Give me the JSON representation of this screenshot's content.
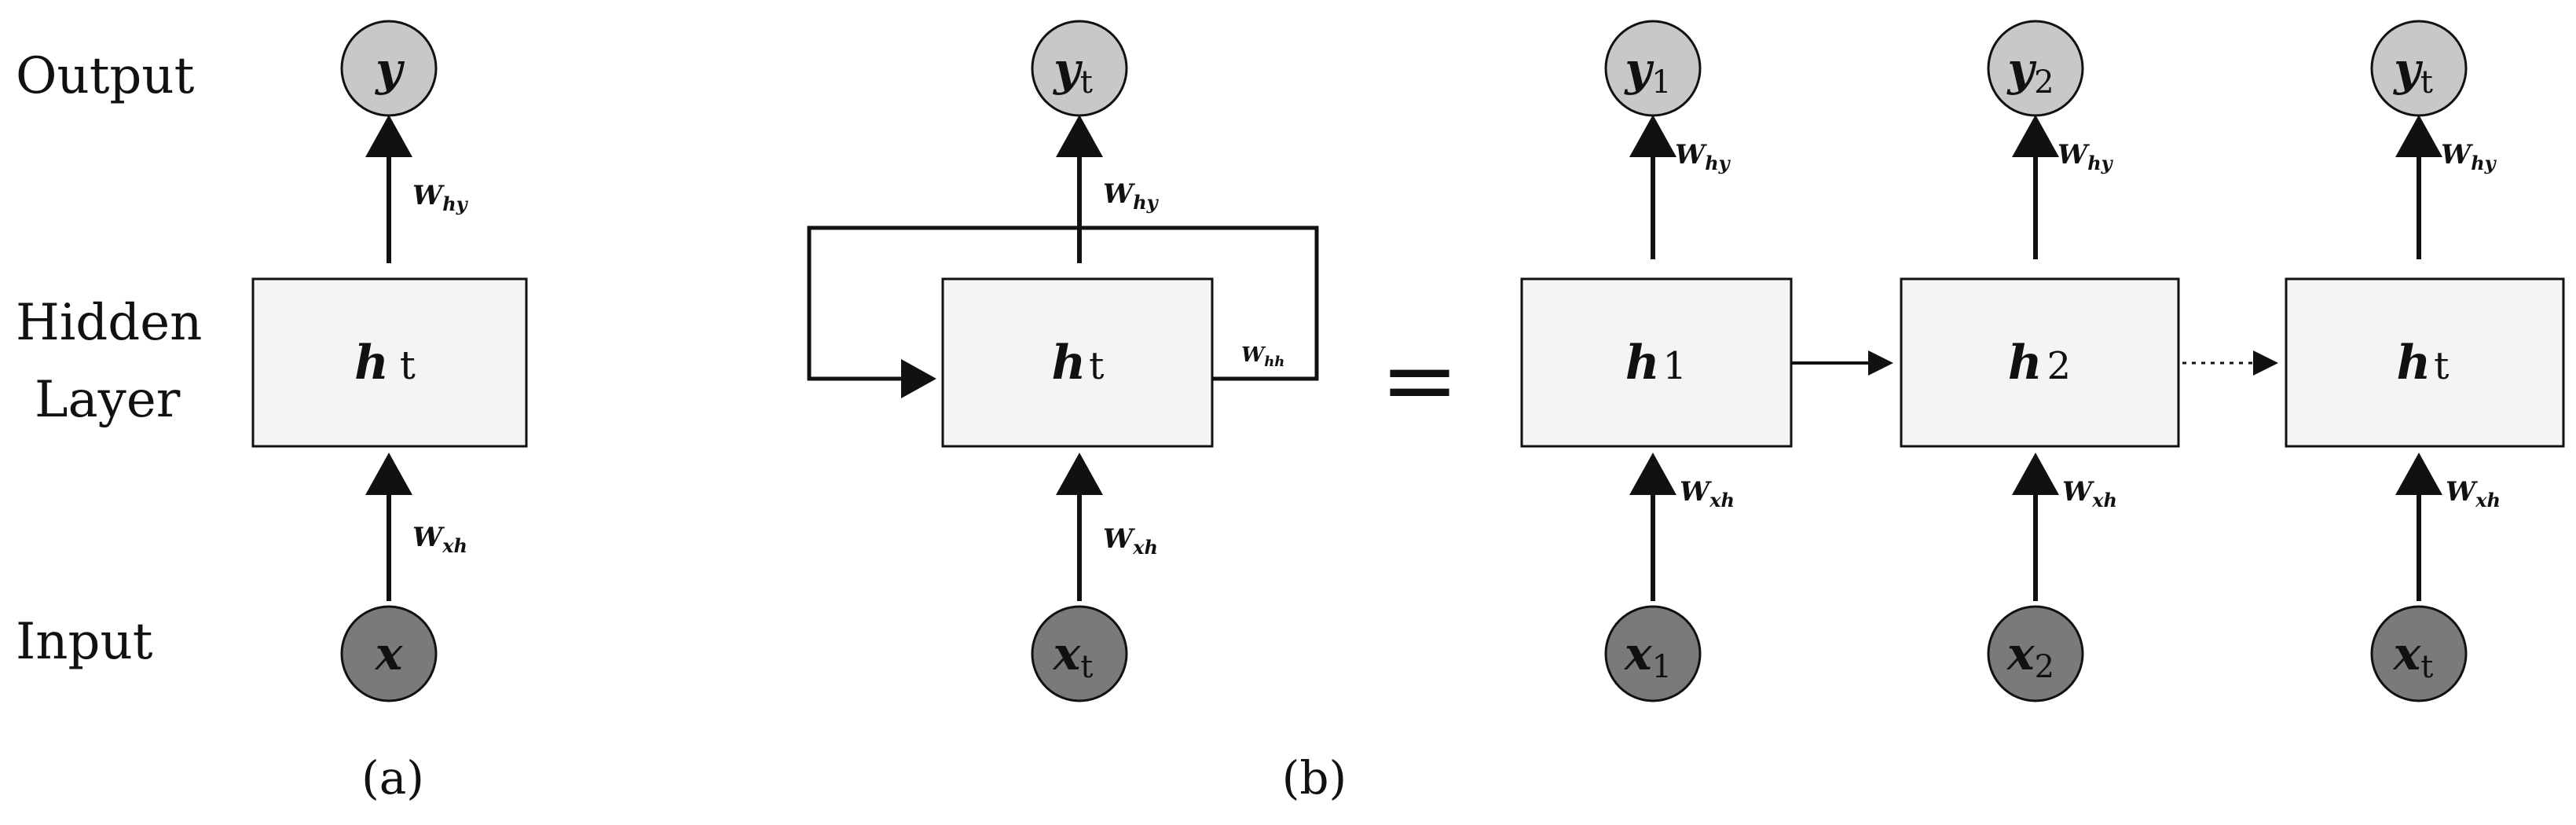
{
  "row_labels": {
    "output": "Output",
    "hidden_line1": "Hidden",
    "hidden_line2": "Layer",
    "input": "Input"
  },
  "captions": {
    "a": "(a)",
    "b": "(b)"
  },
  "equals_sign": "=",
  "diagram_a": {
    "output": {
      "base": "y",
      "sub": ""
    },
    "hidden": {
      "base": "h",
      "sub": "t"
    },
    "input": {
      "base": "x",
      "sub": ""
    },
    "w_hy": {
      "base": "W",
      "sub": "hy"
    },
    "w_xh": {
      "base": "W",
      "sub": "xh"
    }
  },
  "diagram_b_folded": {
    "output": {
      "base": "y",
      "sub": "t"
    },
    "hidden": {
      "base": "h",
      "sub": "t"
    },
    "input": {
      "base": "x",
      "sub": "t"
    },
    "w_hy": {
      "base": "W",
      "sub": "hy"
    },
    "w_xh": {
      "base": "W",
      "sub": "xh"
    },
    "w_hh": {
      "base": "W",
      "sub": "hh"
    }
  },
  "diagram_b_unfolded": [
    {
      "output": {
        "base": "y",
        "sub": "1"
      },
      "hidden": {
        "base": "h",
        "sub": "1"
      },
      "input": {
        "base": "x",
        "sub": "1"
      },
      "w_hy": {
        "base": "W",
        "sub": "hy"
      },
      "w_xh": {
        "base": "W",
        "sub": "xh"
      }
    },
    {
      "output": {
        "base": "y",
        "sub": "2"
      },
      "hidden": {
        "base": "h",
        "sub": "2"
      },
      "input": {
        "base": "x",
        "sub": "2"
      },
      "w_hy": {
        "base": "W",
        "sub": "hy"
      },
      "w_xh": {
        "base": "W",
        "sub": "xh"
      }
    },
    {
      "output": {
        "base": "y",
        "sub": "t"
      },
      "hidden": {
        "base": "h",
        "sub": "t"
      },
      "input": {
        "base": "x",
        "sub": "t"
      },
      "w_hy": {
        "base": "W",
        "sub": "hy"
      },
      "w_xh": {
        "base": "W",
        "sub": "xh"
      }
    }
  ],
  "colors": {
    "output_node": "#c8c8c8",
    "input_node": "#7a7a7a",
    "hidden_box": "#f4f4f4",
    "stroke": "#111111"
  }
}
